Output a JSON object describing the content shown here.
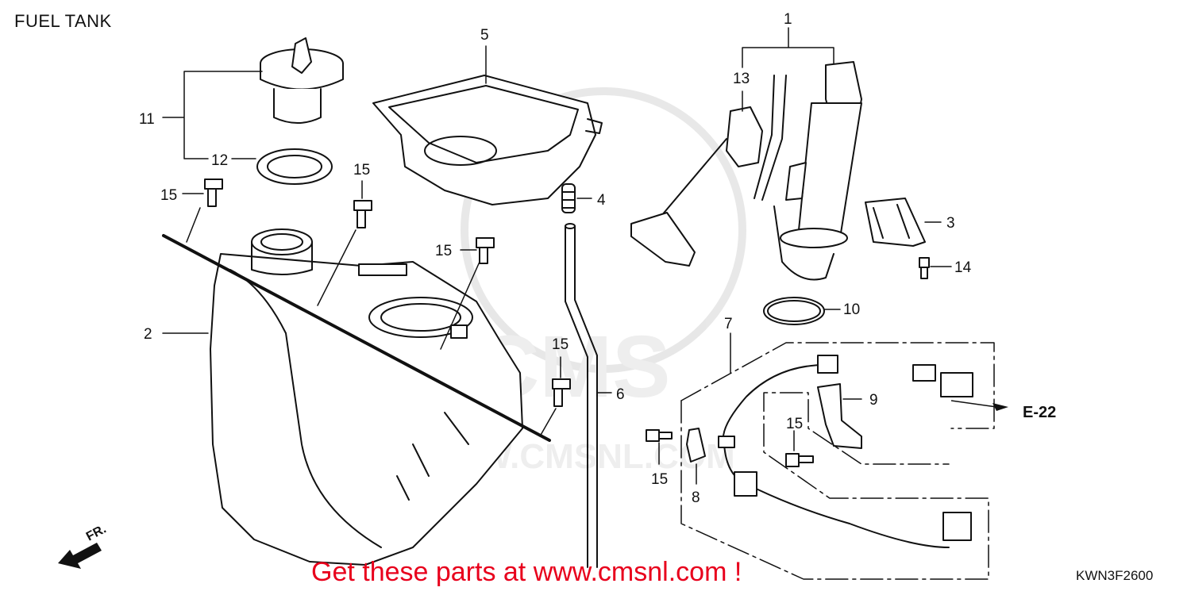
{
  "diagram": {
    "title": "FUEL TANK",
    "drawing_code": "KWN3F2600",
    "promo_text": "Get these parts at www.cmsnl.com !",
    "watermark_text": "CMS",
    "watermark_url": "WWW.CMSNL.COM",
    "direction_label": "FR.",
    "reference_label": "E-22",
    "callouts": {
      "c1": "1",
      "c2": "2",
      "c3": "3",
      "c4": "4",
      "c5": "5",
      "c6": "6",
      "c7": "7",
      "c8": "8",
      "c9": "9",
      "c10": "10",
      "c11": "11",
      "c12": "12",
      "c13": "13",
      "c14": "14",
      "c15a": "15",
      "c15b": "15",
      "c15c": "15",
      "c15d": "15",
      "c15e": "15",
      "c15f": "15"
    },
    "colors": {
      "line": "#111111",
      "promo": "#e8001c",
      "watermark": "#c8c8c8"
    }
  }
}
